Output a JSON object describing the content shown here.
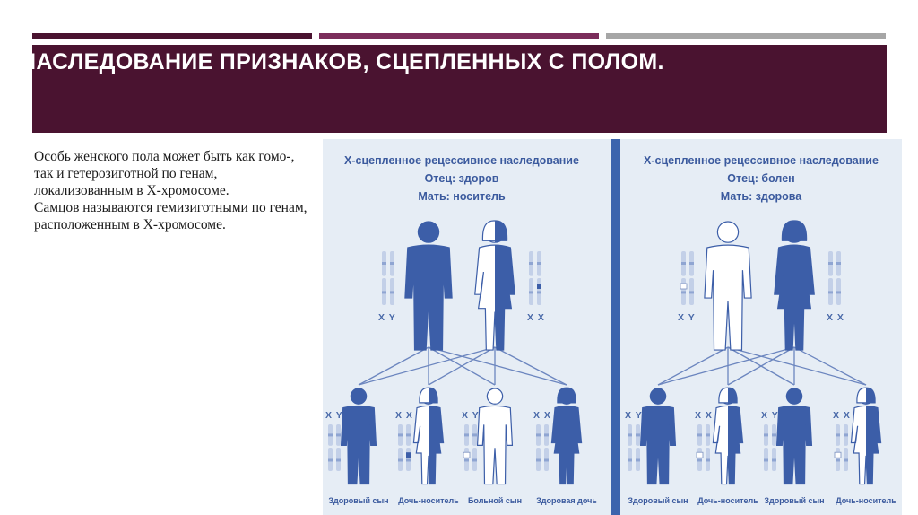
{
  "slide": {
    "title": "НАСЛЕДОВАНИЕ ПРИЗНАКОВ, СЦЕПЛЕННЫХ С ПОЛОМ.",
    "paragraphs": [
      "Особь женского пола может быть как гомо-, так и гетерозиготной по генам, локализованным в Х-хромосоме.",
      "Самцов называются гемизиготными по генам, расположенным в Х-хромосоме."
    ]
  },
  "colors": {
    "header": "#4a1330",
    "accent_bar": "#7b2d5b",
    "grey_bar": "#a6a6a6",
    "affected": "#3c5ea8",
    "healthy_fill": "#ffffff",
    "diagram_bg": "#e6edf5"
  },
  "left_panel": {
    "heading": "Х-сцепленное рецессивное наследование",
    "father": "Отец: здоров",
    "mother": "Мать: носитель",
    "parent_labels": [
      "XY",
      "XX"
    ],
    "children": [
      {
        "genotype": "XY",
        "caption": "Здоровый сын",
        "status": "healthy-male"
      },
      {
        "genotype": "XX",
        "caption": "Дочь-носитель",
        "status": "carrier-female"
      },
      {
        "genotype": "XY",
        "caption": "Больной сын",
        "status": "affected-male"
      },
      {
        "genotype": "XX",
        "caption": "Здоровая дочь",
        "status": "healthy-female"
      }
    ]
  },
  "right_panel": {
    "heading": "Х-сцепленное рецессивное наследование",
    "father": "Отец: болен",
    "mother": "Мать: здорова",
    "parent_labels": [
      "XY",
      "XX"
    ],
    "children": [
      {
        "genotype": "XY",
        "caption": "Здоровый сын",
        "status": "healthy-male"
      },
      {
        "genotype": "XX",
        "caption": "Дочь-носитель",
        "status": "carrier-female"
      },
      {
        "genotype": "XY",
        "caption": "Здоровый сын",
        "status": "healthy-male"
      },
      {
        "genotype": "XX",
        "caption": "Дочь-носитель",
        "status": "carrier-female"
      }
    ]
  }
}
